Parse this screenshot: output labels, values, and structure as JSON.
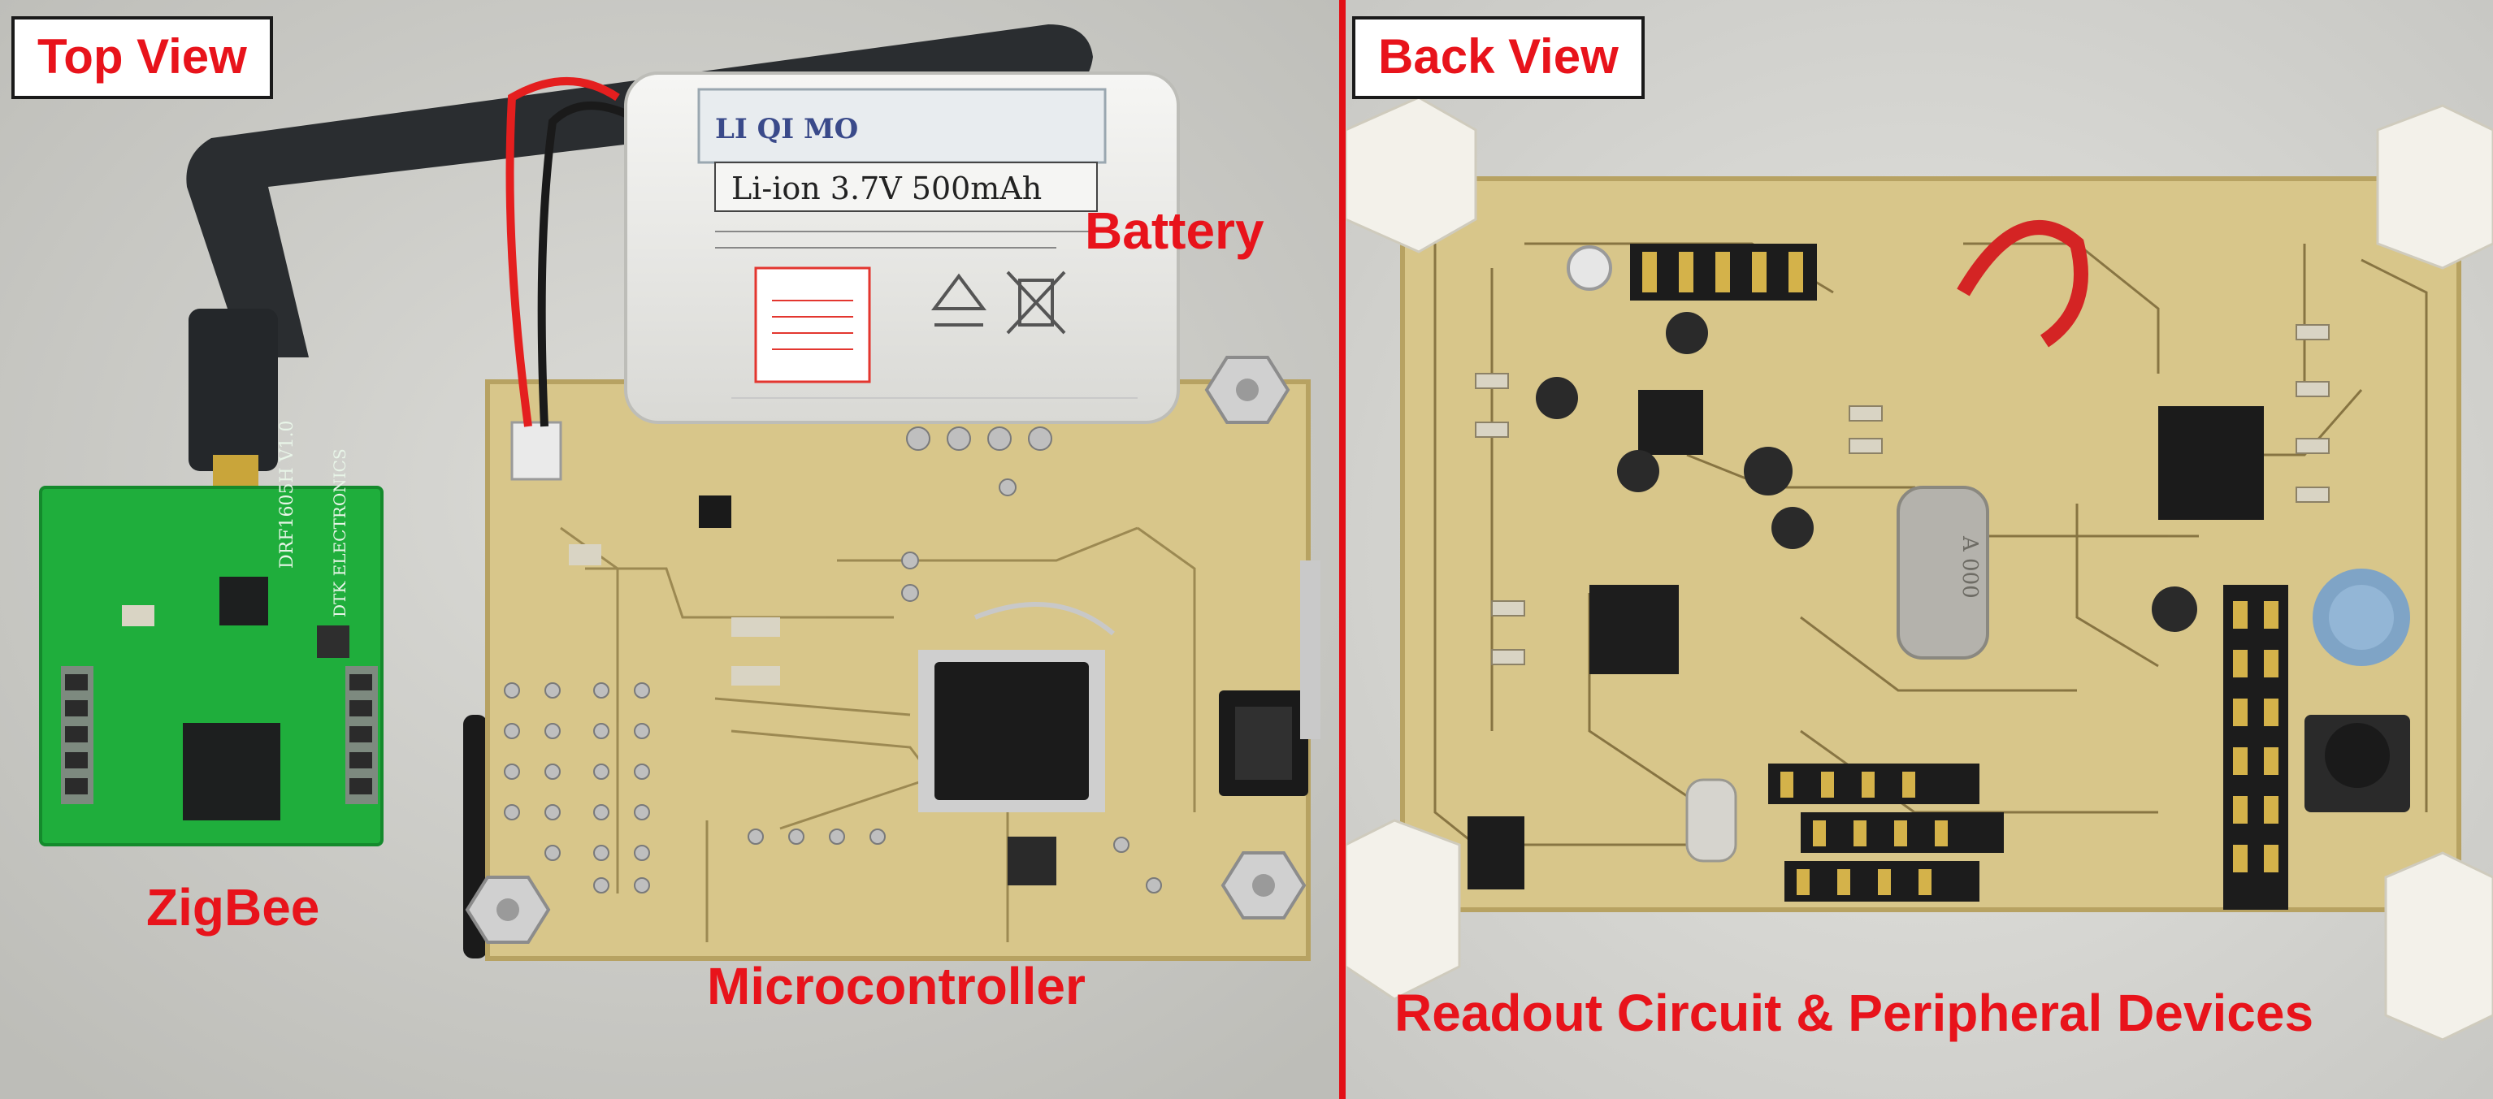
{
  "colors": {
    "label_red": "#e8131b",
    "divider_red": "#e30f16",
    "pcb": "#d8c68a",
    "pcb_edge": "#b7a262",
    "zigbee_green": "#1fae3c"
  },
  "panels": {
    "top": {
      "badge": "Top View"
    },
    "back": {
      "badge": "Back View"
    }
  },
  "captions": {
    "zigbee": "ZigBee",
    "battery": "Battery",
    "microcontroller": "Microcontroller",
    "readout": "Readout Circuit & Peripheral Devices"
  },
  "battery_label": {
    "brand": "LI QI MO",
    "spec": "Li-ion 3.7V 500mAh"
  },
  "zigbee_module": {
    "vendor": "DTK ELECTRONICS",
    "model": "DRF1605H V1.0"
  },
  "crystal_marking": "A 000",
  "icons": [
    "antenna-icon",
    "recycle-icon",
    "crossed-bin-icon"
  ]
}
